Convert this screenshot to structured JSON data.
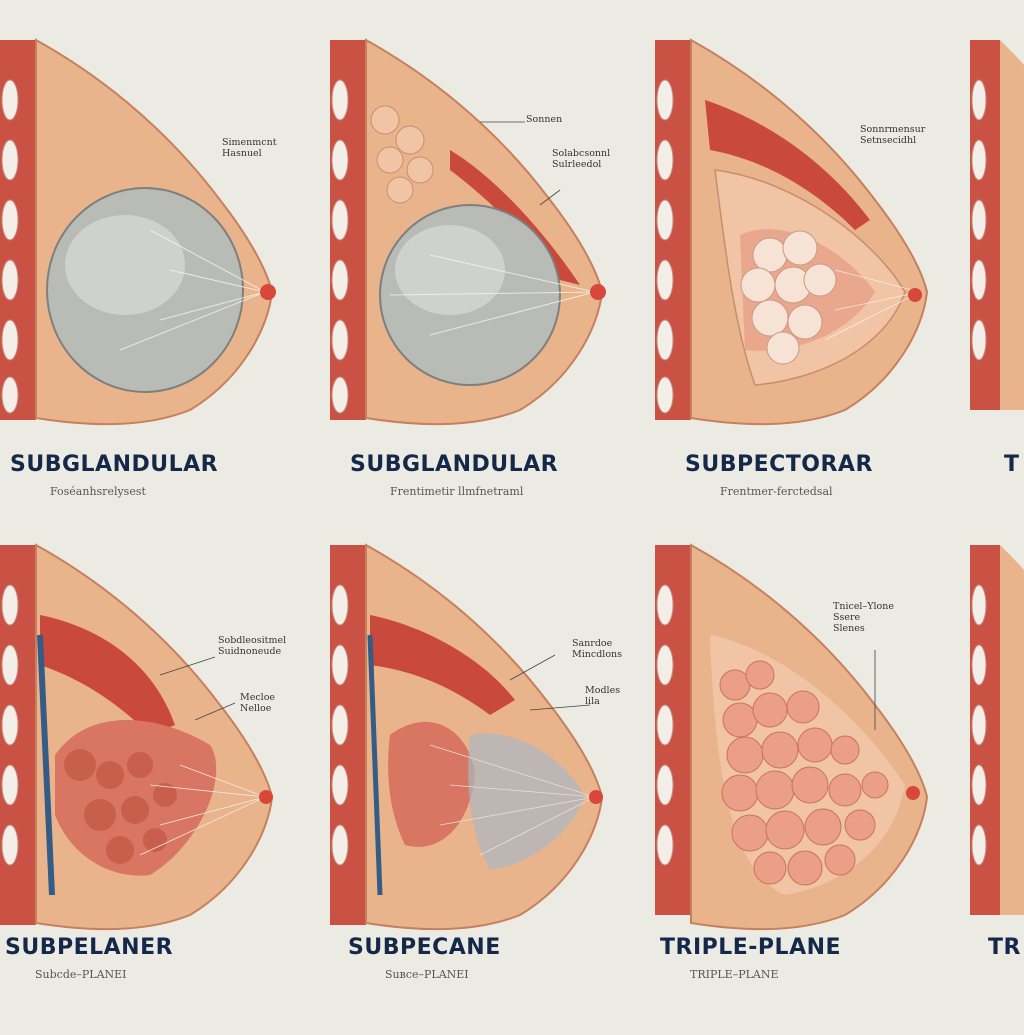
{
  "panels": [
    {
      "id": "p1",
      "title": "SUBGLANDULAR",
      "subtitle": "Foséanhsrelysest",
      "labels": [
        {
          "text": "Simenmcnt\nHasnuel"
        }
      ]
    },
    {
      "id": "p2",
      "title": "SUBGLANDULAR",
      "subtitle": "Frentimetir llmfnetraml",
      "labels": [
        {
          "text": "Sonnen"
        },
        {
          "text": "Solabcsonnl\nSulrleedol"
        }
      ]
    },
    {
      "id": "p3",
      "title": "SUBPECTORAR",
      "subtitle": "Frentmer-ferctedsal",
      "labels": [
        {
          "text": "Sonnrmensur\nSetnsecidhl"
        }
      ]
    },
    {
      "id": "p4",
      "title": "T",
      "subtitle": "",
      "labels": []
    },
    {
      "id": "p5",
      "title": "SUBPELANER",
      "subtitle": "Subcde–PLANEI",
      "labels": [
        {
          "text": "Sobdleositmel\nSuidnoneude"
        },
        {
          "text": "Mecloe\nNelloe"
        }
      ]
    },
    {
      "id": "p6",
      "title": "SUBPECANE",
      "subtitle": "Suвсе–PLANЕI",
      "labels": [
        {
          "text": "Sanrdoe\nMincdlons"
        },
        {
          "text": "Modles\nlila"
        }
      ]
    },
    {
      "id": "p7",
      "title": "TRIPLE-PLANE",
      "subtitle": "TRIPLE–PLANE",
      "labels": [
        {
          "text": "Tnicel–Ylone\nSsere\nSlenes"
        }
      ]
    },
    {
      "id": "p8",
      "title": "TR",
      "subtitle": "",
      "labels": []
    }
  ],
  "colors": {
    "background": "#ecebe3",
    "title": "#14284a",
    "skin": "#e9b48c",
    "muscle": "#c9493c",
    "implant": "#b9bbb7",
    "fat": "#e8a68e"
  }
}
